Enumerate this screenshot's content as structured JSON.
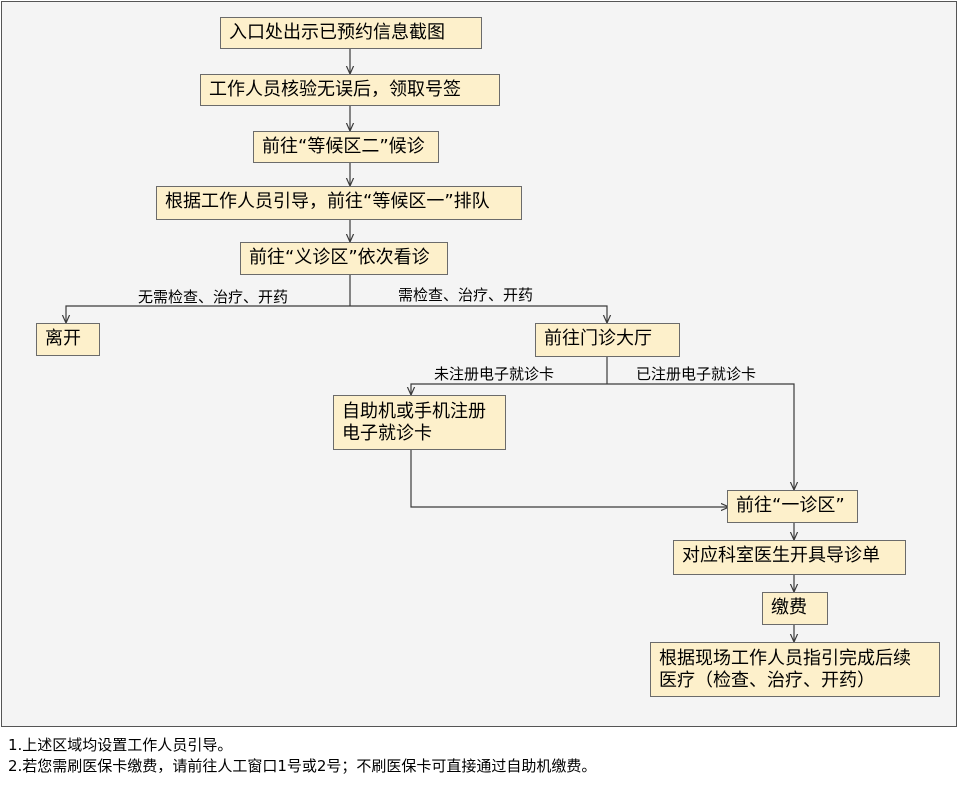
{
  "nodes": {
    "show_reservation": "入口处出示已预约信息截图",
    "verify_ticket": "工作人员核验无误后，领取号签",
    "wait_area_2": "前往“等候区二”候诊",
    "queue_area_1": "根据工作人员引导，前往“等候区一”排队",
    "volunteer_clinic": "前往“义诊区”依次看诊",
    "leave": "离开",
    "outpatient_hall": "前往门诊大厅",
    "register_card_line1": "自助机或手机注册",
    "register_card_line2": "电子就诊卡",
    "clinic_area_1": "前往“一诊区”",
    "issue_guide": "对应科室医生开具导诊单",
    "pay": "缴费",
    "followup_line1": "根据现场工作人员指引完成后续",
    "followup_line2": "医疗（检查、治疗、开药）"
  },
  "edge_labels": {
    "no_need": "无需检查、治疗、开药",
    "need": "需检查、治疗、开药",
    "not_registered": "未注册电子就诊卡",
    "registered": "已注册电子就诊卡"
  },
  "notes": [
    "1.上述区域均设置工作人员引导。",
    "2.若您需刷医保卡缴费，请前往人工窗口1号或2号；不刷医保卡可直接通过自助机缴费。"
  ],
  "colors": {
    "node_fill": "#fdf0cb",
    "node_border": "#6b6b6b",
    "edge": "#3a3a3a",
    "background": "#f4f4f4"
  }
}
